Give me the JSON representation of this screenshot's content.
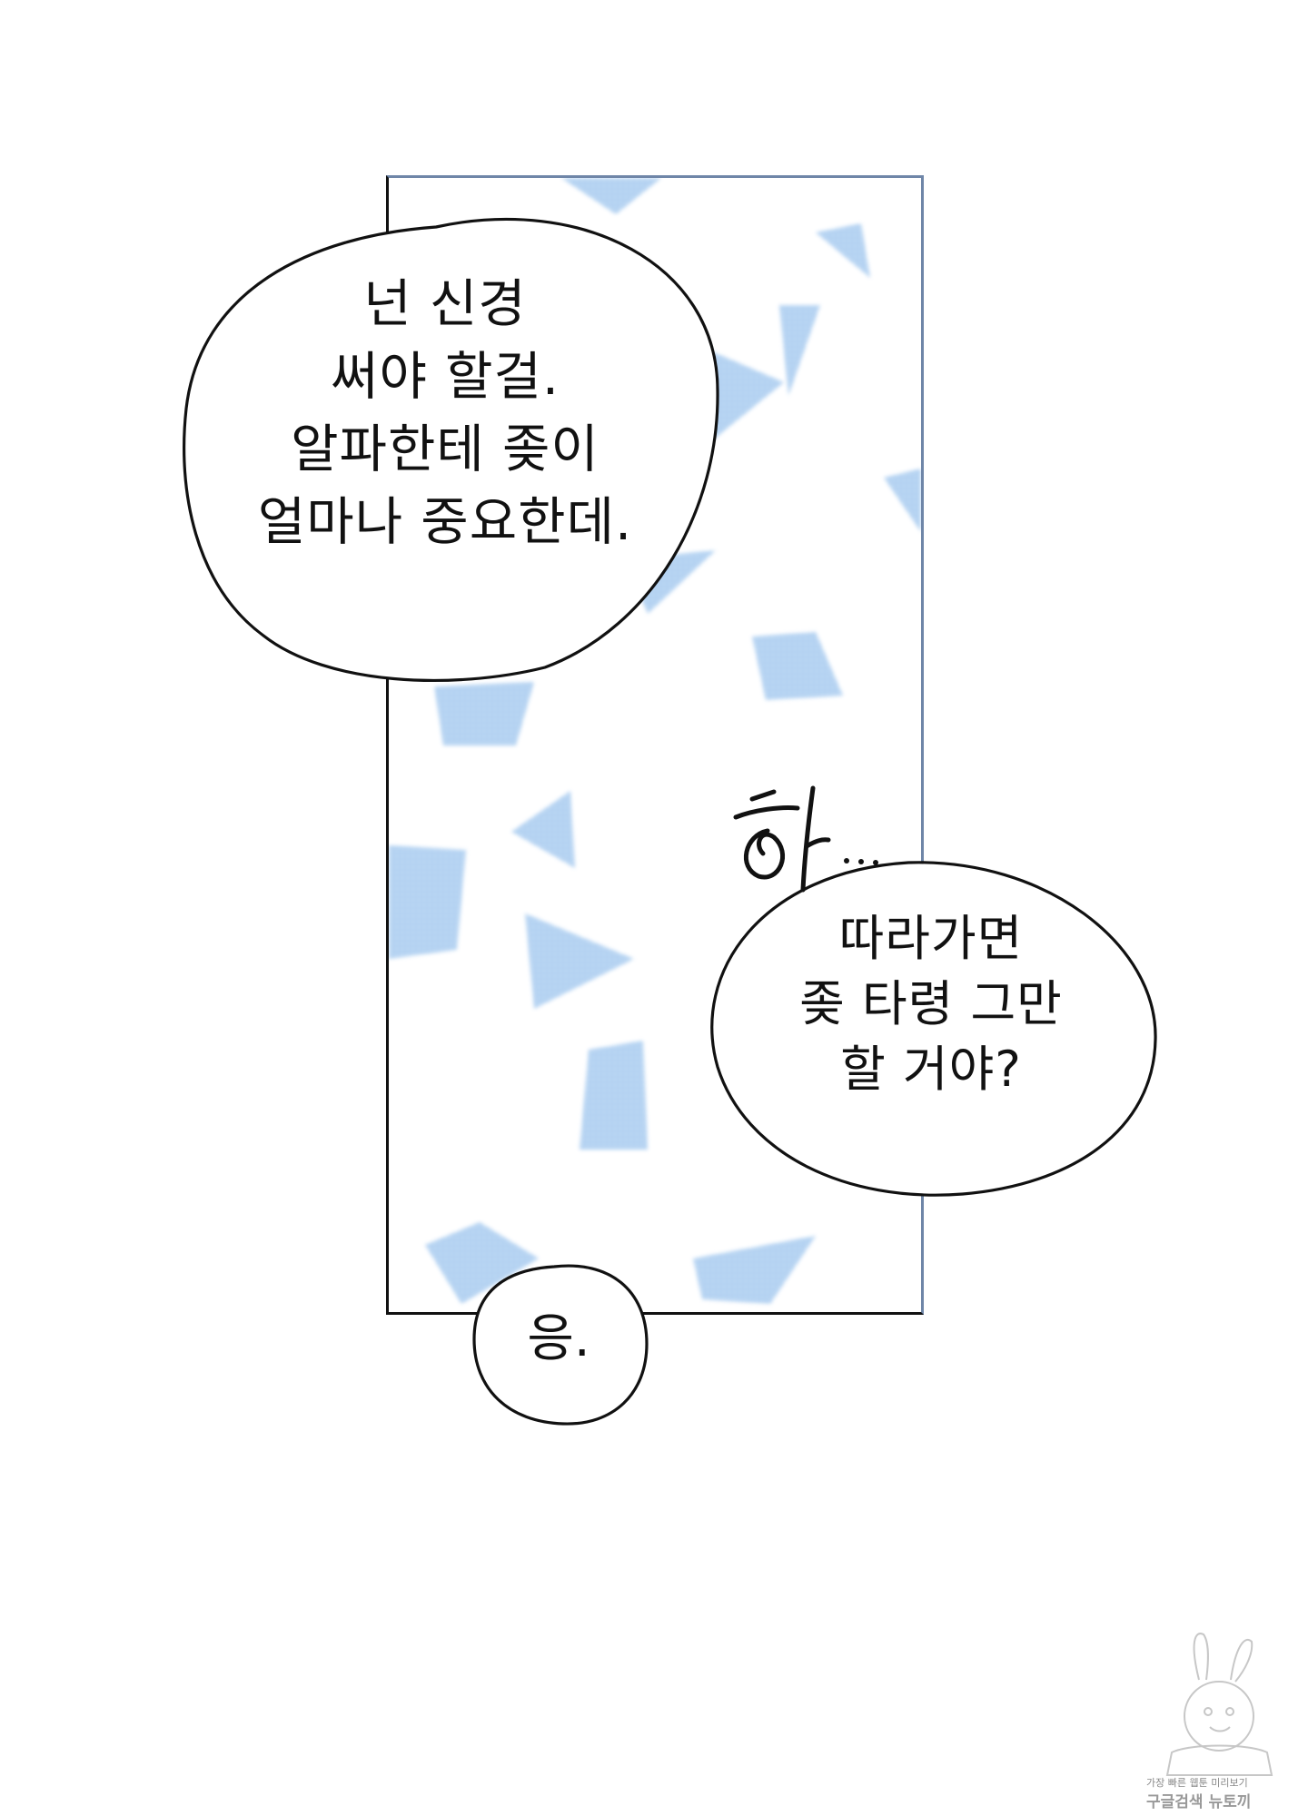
{
  "bubbles": {
    "first": [
      "넌 신경",
      "써야 할걸.",
      "알파한테 좆이",
      "얼마나 중요한데."
    ],
    "second": [
      "따라가면",
      "좆 타령 그만",
      "할 거야?"
    ],
    "third": [
      "응."
    ]
  },
  "sfx": {
    "sigh": "하",
    "dots": "..."
  },
  "watermark": {
    "line1": "가장 빠른 웹툰 미리보기",
    "line2": "구글검색 뉴토끼"
  },
  "colors": {
    "panel_background": "#ffffff",
    "shape_fill": "#a9ccf0",
    "outline": "#111111",
    "panel_border_accent": "#6f86a8"
  }
}
